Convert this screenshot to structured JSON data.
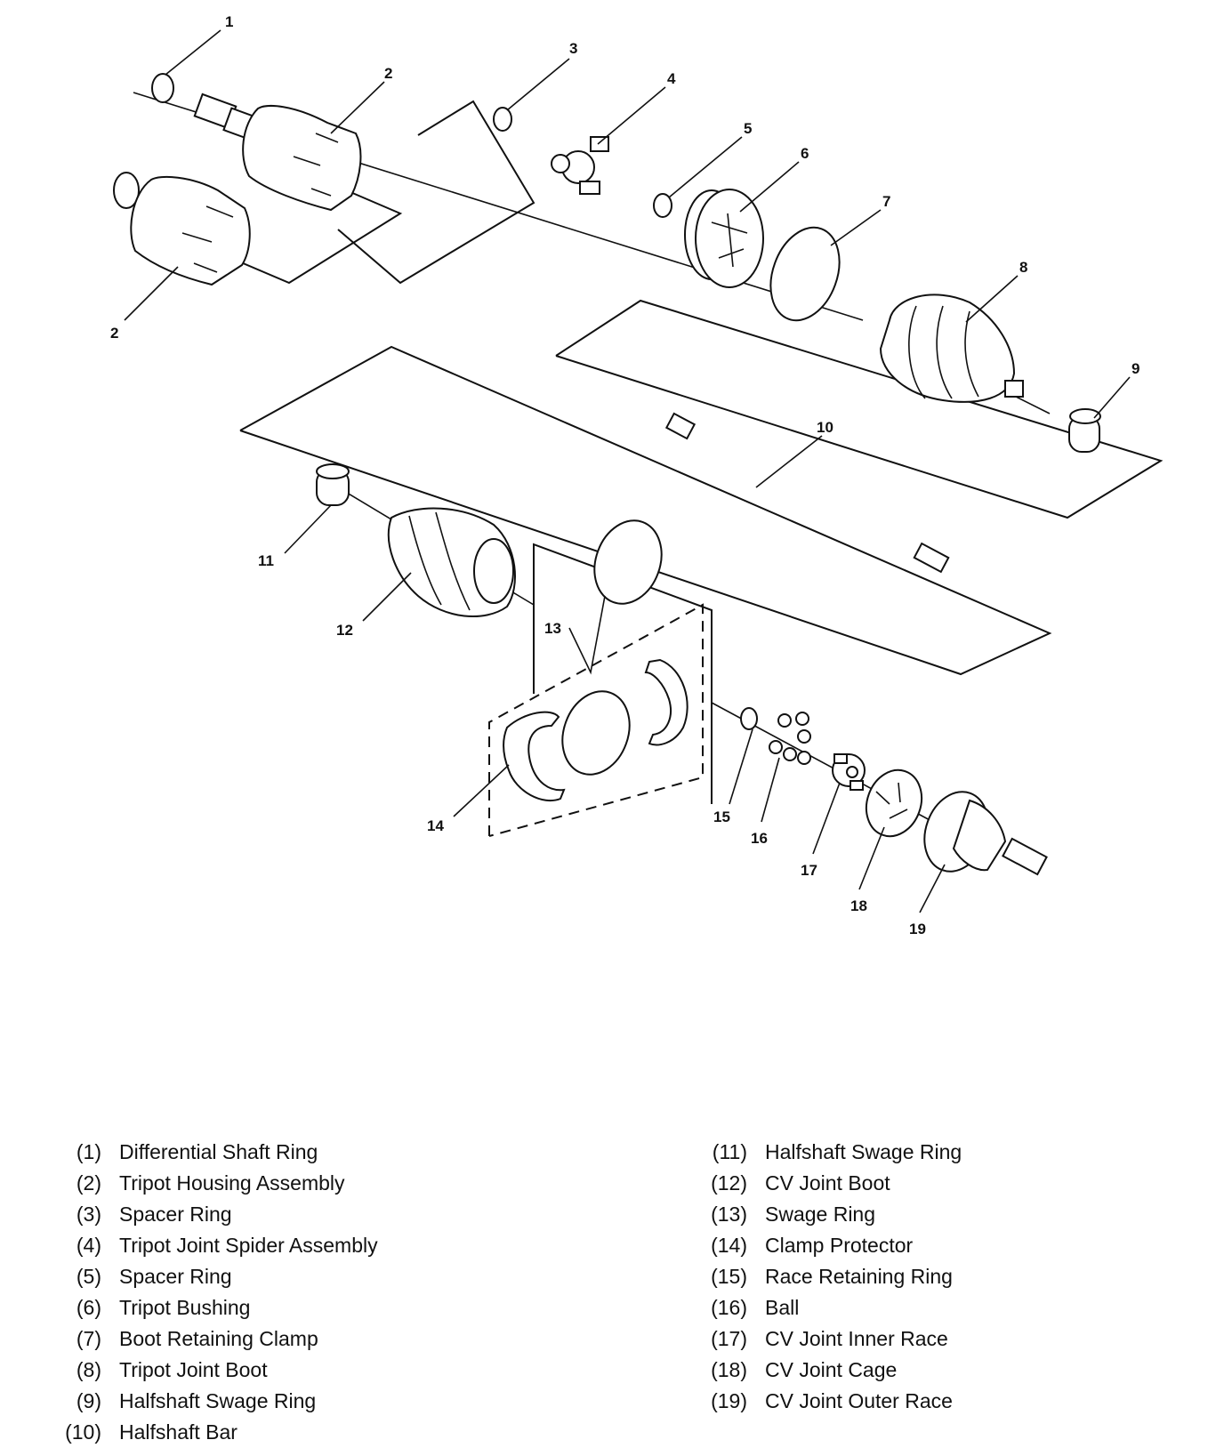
{
  "callouts": [
    "1",
    "2",
    "2",
    "3",
    "4",
    "5",
    "6",
    "7",
    "8",
    "9",
    "10",
    "11",
    "12",
    "13",
    "14",
    "15",
    "16",
    "17",
    "18",
    "19"
  ],
  "legend": {
    "left": [
      {
        "num": "(1)",
        "label": "Differential Shaft Ring"
      },
      {
        "num": "(2)",
        "label": "Tripot Housing Assembly"
      },
      {
        "num": "(3)",
        "label": "Spacer Ring"
      },
      {
        "num": "(4)",
        "label": "Tripot Joint Spider Assembly"
      },
      {
        "num": "(5)",
        "label": "Spacer Ring"
      },
      {
        "num": "(6)",
        "label": "Tripot Bushing"
      },
      {
        "num": "(7)",
        "label": "Boot Retaining Clamp"
      },
      {
        "num": "(8)",
        "label": "Tripot Joint Boot"
      },
      {
        "num": "(9)",
        "label": "Halfshaft Swage Ring"
      },
      {
        "num": "(10)",
        "label": "Halfshaft Bar"
      }
    ],
    "right": [
      {
        "num": "(11)",
        "label": "Halfshaft Swage Ring"
      },
      {
        "num": "(12)",
        "label": "CV Joint Boot"
      },
      {
        "num": "(13)",
        "label": "Swage Ring"
      },
      {
        "num": "(14)",
        "label": "Clamp Protector"
      },
      {
        "num": "(15)",
        "label": "Race Retaining Ring"
      },
      {
        "num": "(16)",
        "label": "Ball"
      },
      {
        "num": "(17)",
        "label": "CV Joint Inner Race"
      },
      {
        "num": "(18)",
        "label": "CV Joint Cage"
      },
      {
        "num": "(19)",
        "label": "CV Joint Outer Race"
      }
    ]
  }
}
